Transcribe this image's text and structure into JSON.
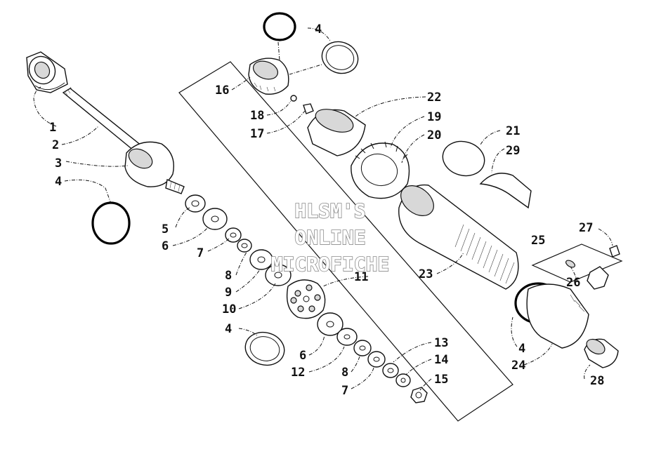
{
  "watermark": {
    "line1": "HLSM'S",
    "line2": "ONLINE",
    "line3": "MICROFICHE"
  },
  "callouts": [
    "1",
    "2",
    "3",
    "4",
    "4",
    "4",
    "4",
    "5",
    "6",
    "6",
    "7",
    "7",
    "8",
    "8",
    "9",
    "10",
    "11",
    "12",
    "13",
    "14",
    "15",
    "16",
    "17",
    "18",
    "19",
    "20",
    "21",
    "22",
    "23",
    "24",
    "25",
    "26",
    "27",
    "28",
    "29"
  ]
}
